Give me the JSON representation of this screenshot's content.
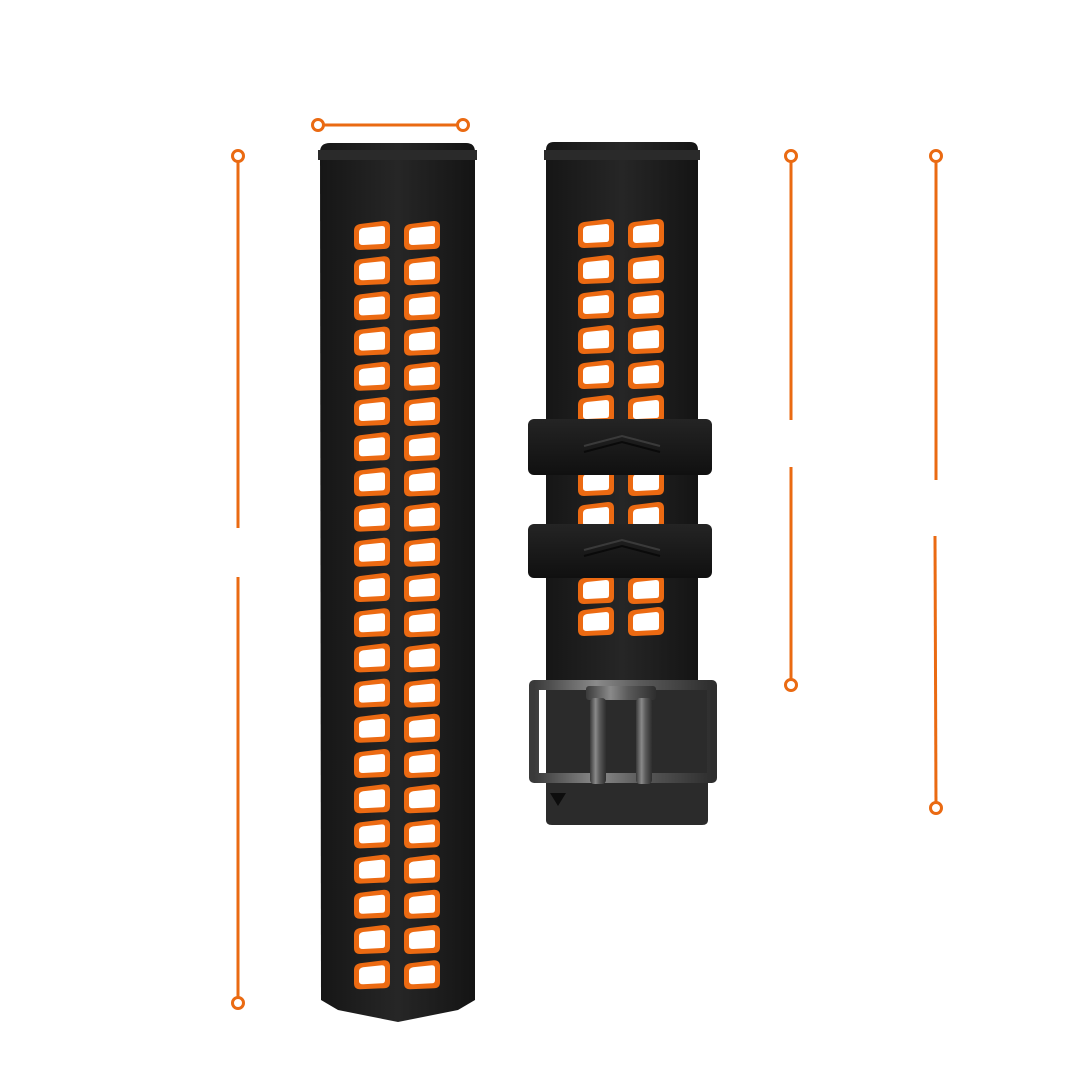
{
  "product": {
    "name": "",
    "colors": {
      "strap": "#1e1e1e",
      "strap_shadow": "#111111",
      "accent": "#ec6a12",
      "hole": "#ffffff",
      "buckle": "#4a4a4a",
      "buckle_highlight": "#9a9a9a",
      "dimension_line": "#ea6a12",
      "background": "#ffffff"
    },
    "parts": [
      "long-strap",
      "short-strap",
      "keeper-loops",
      "pin-buckle"
    ],
    "long_strap_hole_rows": 22,
    "short_strap_hole_rows": 12,
    "keeper_loops": 2,
    "dimension_markers": [
      "width",
      "long-strap-length",
      "short-strap-length",
      "short-strap-with-buckle-length"
    ],
    "dimension_labels": []
  }
}
